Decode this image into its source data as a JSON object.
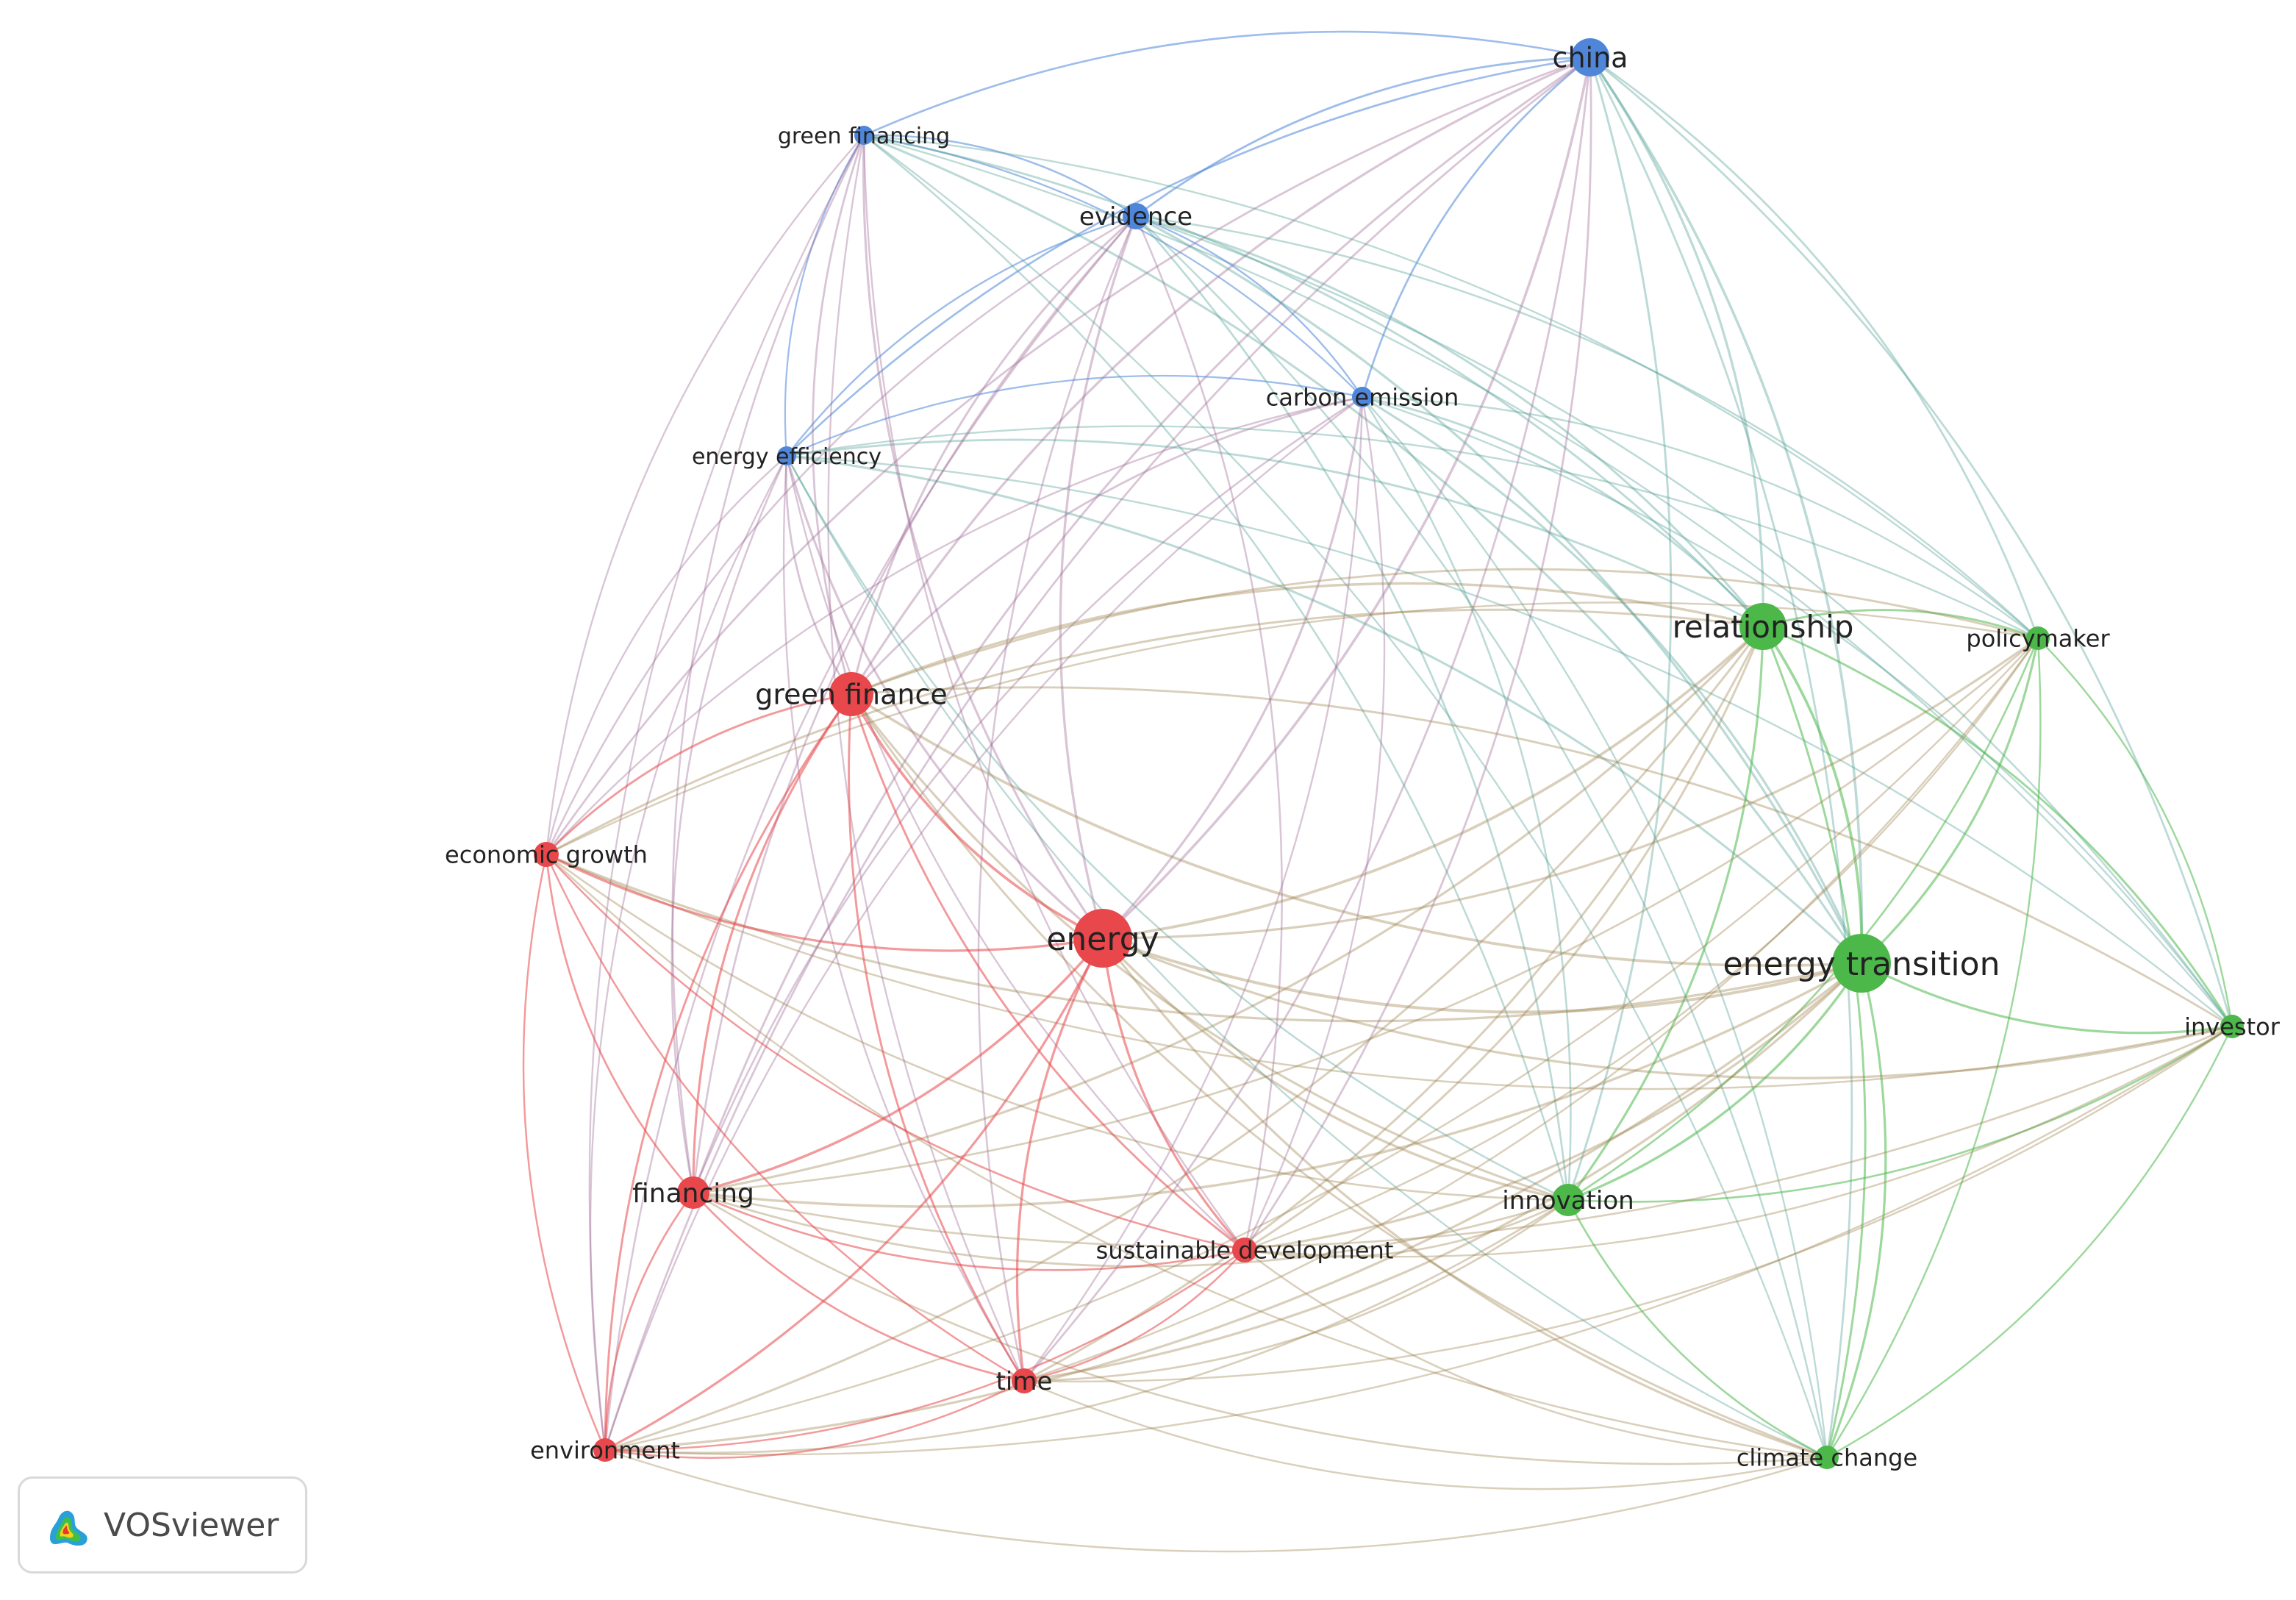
{
  "app": {
    "logo_text": "VOSviewer"
  },
  "clusters": [
    {
      "id": "red",
      "color": "#e8474b"
    },
    {
      "id": "green",
      "color": "#4cb84a"
    },
    {
      "id": "blue",
      "color": "#4f86d9"
    }
  ],
  "nodes": [
    {
      "id": "china",
      "label": "china",
      "cluster": "blue"
    },
    {
      "id": "green-financing",
      "label": "green financing",
      "cluster": "blue"
    },
    {
      "id": "evidence",
      "label": "evidence",
      "cluster": "blue"
    },
    {
      "id": "carbon-emission",
      "label": "carbon emission",
      "cluster": "blue"
    },
    {
      "id": "energy-efficiency",
      "label": "energy efficiency",
      "cluster": "blue"
    },
    {
      "id": "relationship",
      "label": "relationship",
      "cluster": "green"
    },
    {
      "id": "policymaker",
      "label": "policymaker",
      "cluster": "green"
    },
    {
      "id": "energy-transition",
      "label": "energy transition",
      "cluster": "green"
    },
    {
      "id": "investor",
      "label": "investor",
      "cluster": "green"
    },
    {
      "id": "innovation",
      "label": "innovation",
      "cluster": "green"
    },
    {
      "id": "climate-change",
      "label": "climate change",
      "cluster": "green"
    },
    {
      "id": "green-finance",
      "label": "green finance",
      "cluster": "red"
    },
    {
      "id": "economic-growth",
      "label": "economic growth",
      "cluster": "red"
    },
    {
      "id": "energy",
      "label": "energy",
      "cluster": "red"
    },
    {
      "id": "financing",
      "label": "financing",
      "cluster": "red"
    },
    {
      "id": "sustainable-development",
      "label": "sustainable development",
      "cluster": "red"
    },
    {
      "id": "time",
      "label": "time",
      "cluster": "red"
    },
    {
      "id": "environment",
      "label": "environment",
      "cluster": "red"
    }
  ]
}
